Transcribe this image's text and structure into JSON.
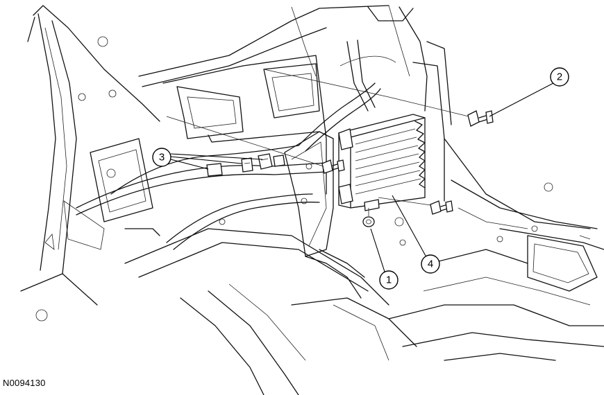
{
  "figure": {
    "id": "N0094130"
  },
  "callouts": [
    {
      "label": "1",
      "part": "nut"
    },
    {
      "label": "2",
      "part": "bolt"
    },
    {
      "label": "3",
      "part": "electrical-connectors"
    },
    {
      "label": "4",
      "part": "amplifier-module"
    }
  ]
}
